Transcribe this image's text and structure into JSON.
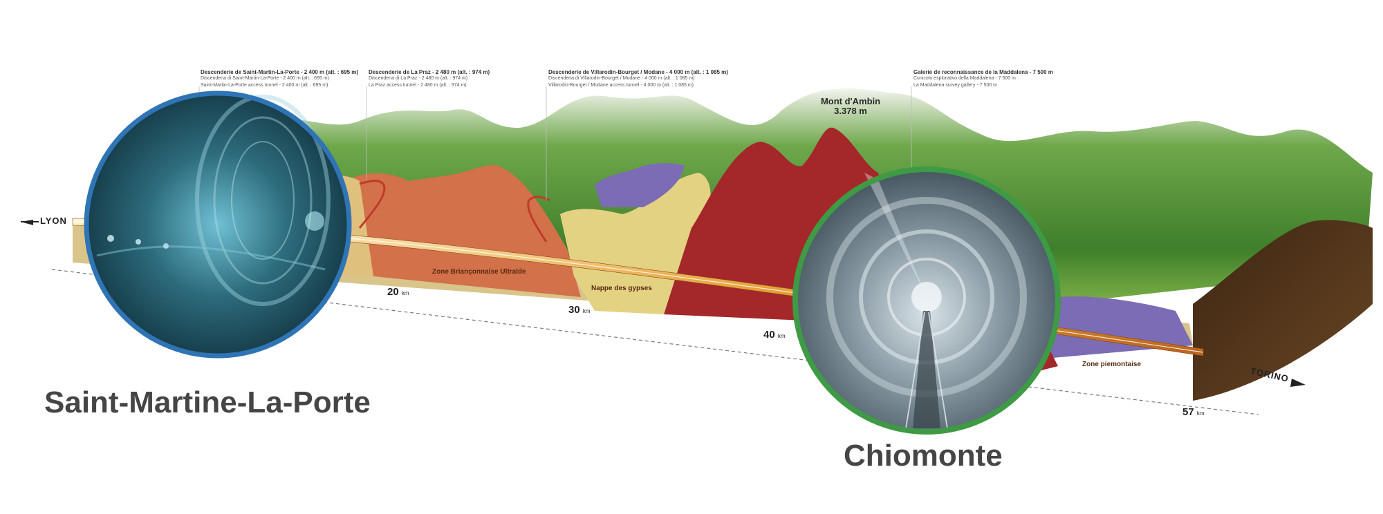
{
  "labels": {
    "left_site": "Saint-Martine-La-Porte",
    "right_site": "Chiomonte"
  },
  "directions": {
    "west": "LYON",
    "east": "TORINO"
  },
  "peak": {
    "name": "Mont d'Ambin",
    "altitude": "3.378 m"
  },
  "km_markers": [
    "20",
    "30",
    "40",
    "57"
  ],
  "km_unit": "km",
  "zones": {
    "zone1": "Zone Briançonnaise Ultraïde",
    "zone2": "Nappe des gypses",
    "zone3": "Zone piemontaise"
  },
  "access_annotations": [
    {
      "title": "Descenderie de Saint-Martin-La-Porte - 2 400 m (alt. : 695 m)",
      "line1": "Discenderia di Saint-Martin-La-Porte - 2 400 m (alt. : 695 m)",
      "line2": "Saint-Martin-La-Porte access tunnel - 2 400 m (alt. : 695 m)"
    },
    {
      "title": "Descenderie de La Praz - 2 480 m (alt. : 974 m)",
      "line1": "Discenderia di La Praz - 2 480 m (alt. : 974 m)",
      "line2": "La Praz access tunnel - 2 480 m (alt. : 974 m)"
    },
    {
      "title": "Descenderie de Villarodin-Bourget / Modane - 4 000 m (alt. : 1 085 m)",
      "line1": "Discenderia di Villarodin-Bourget / Modane - 4 000 m (alt. : 1 085 m)",
      "line2": "Villarodin-Bourget / Modane access tunnel - 4 000 m (alt. : 1 085 m)"
    },
    {
      "title": "Galerie de reconnaissance de la Maddalena - 7 500 m",
      "line1": "Cunicolo esplorativo della Maddalena - 7 500 m",
      "line2": "La Maddalena survey gallery - 7 500 m"
    }
  ],
  "colors": {
    "left_ring": "#2f74b5",
    "right_ring": "#3e9a44",
    "mountain_green": "#5e9a3a",
    "zone_orange": "#d2714a",
    "zone_yellow": "#e4d283",
    "zone_red": "#a4272a",
    "zone_purple": "#7c6bb5",
    "base_brown": "#5a3a1e"
  }
}
